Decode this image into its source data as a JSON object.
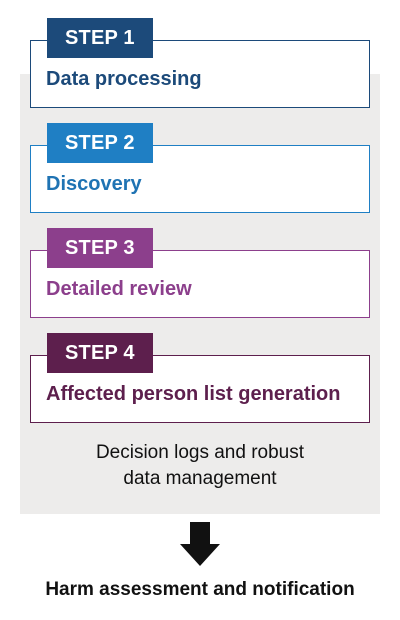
{
  "steps": [
    {
      "tag": "STEP 1",
      "title": "Data processing",
      "color": "#1c4a7a"
    },
    {
      "tag": "STEP 2",
      "title": "Discovery",
      "color": "#1f7fc4"
    },
    {
      "tag": "STEP 3",
      "title": "Detailed review",
      "color": "#8c3f8c"
    },
    {
      "tag": "STEP 4",
      "title": "Affected person list generation",
      "color": "#5d1f4d"
    }
  ],
  "footnote": {
    "line1": "Decision logs and robust",
    "line2": "data management"
  },
  "arrow_icon": "down-arrow-icon",
  "outcome": "Harm assessment and notification"
}
